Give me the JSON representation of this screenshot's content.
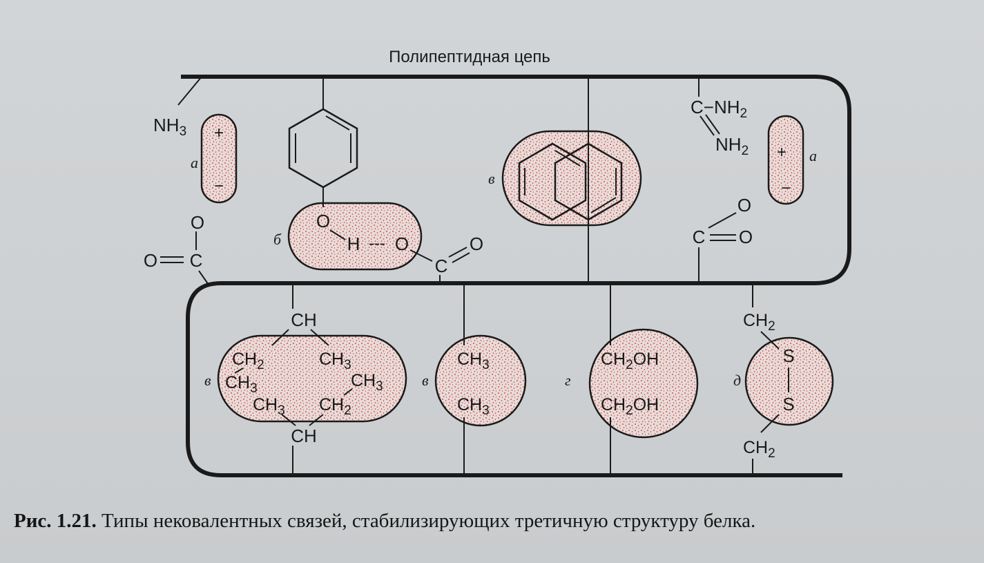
{
  "figure": {
    "title": "Полипептидная цепь",
    "letters": {
      "a": "а",
      "b": "б",
      "v": "в",
      "g": "г",
      "d": "д"
    },
    "groups": {
      "nh3": "NH",
      "nh3_sub": "3",
      "plus": "+",
      "minus": "−",
      "o": "O",
      "c": "C",
      "h": "H",
      "hbond_dash": "---",
      "c_nh2": "C−NH",
      "nh2": "NH",
      "sub2": "2",
      "sub3": "3",
      "ch": "CH",
      "ch2": "CH",
      "ch3": "CH",
      "ch2oh_pre": "CH",
      "ch2oh_post": "OH",
      "s": "S"
    }
  },
  "caption": {
    "number": "Рис. 1.21.",
    "text": "Типы нековалентных связей, стабилизирующих третичную структуру белка."
  },
  "colors": {
    "ink": "#1a1a1a",
    "stipple": "#c0302e",
    "region_fill": "#e6d9d6"
  }
}
